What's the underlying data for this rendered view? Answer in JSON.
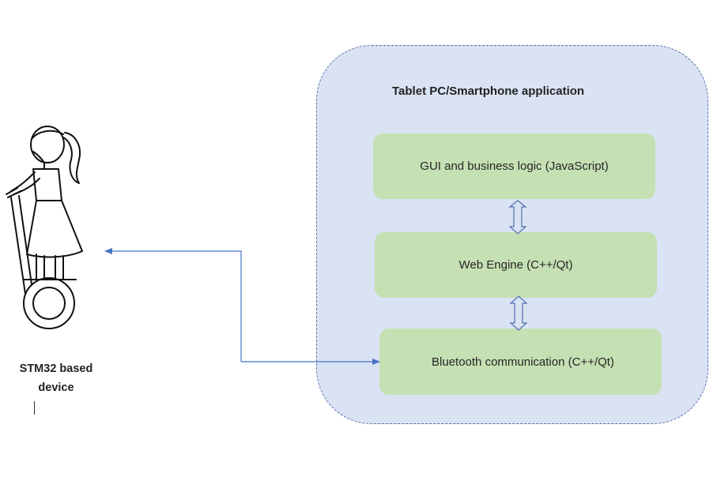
{
  "app": {
    "title": "Tablet PC/Smartphone application",
    "layers": [
      {
        "label": "GUI and business logic (JavaScript)"
      },
      {
        "label": "Web Engine (C++/Qt)"
      },
      {
        "label": "Bluetooth communication (C++/Qt)"
      }
    ]
  },
  "device": {
    "label_line1": "STM32 based",
    "label_line2": "device",
    "icon": "person-on-segway-icon"
  },
  "colors": {
    "container_fill": "#dae3f3",
    "container_border": "#5b72a8",
    "layer_fill": "#c5e0b3",
    "connector": "#4472c4"
  }
}
